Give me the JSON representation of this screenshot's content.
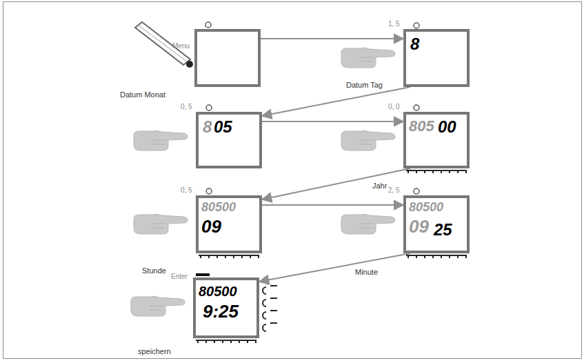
{
  "diagram": {
    "nodes": [
      {
        "text": [
          "Datum Monat"
        ]
      },
      {
        "text": [
          "8",
          "Datum Tag"
        ]
      },
      {
        "text": [
          "8",
          "05"
        ]
      },
      {
        "text": [
          "805",
          "00",
          "Jahr"
        ]
      },
      {
        "text": [
          "80500",
          "09",
          "Stunde"
        ]
      },
      {
        "text": [
          "80500",
          "09",
          "25",
          "Minute"
        ]
      },
      {
        "text": [
          "80500",
          "9:25",
          "speichern"
        ]
      }
    ],
    "edges": [
      {
        "from": 0,
        "to": 1,
        "arrow": "to"
      },
      {
        "from": 1,
        "to": 2,
        "arrow": "to"
      },
      {
        "from": 2,
        "to": 3,
        "arrow": "to"
      },
      {
        "from": 3,
        "to": 4,
        "arrow": "to"
      },
      {
        "from": 4,
        "to": 5,
        "arrow": "to"
      },
      {
        "from": 5,
        "to": 6,
        "arrow": "to"
      }
    ],
    "labels": [
      "Menu",
      "1, 5",
      "0, 5",
      "0, 0",
      "0, 5",
      "2, 5",
      "Enter"
    ]
  }
}
